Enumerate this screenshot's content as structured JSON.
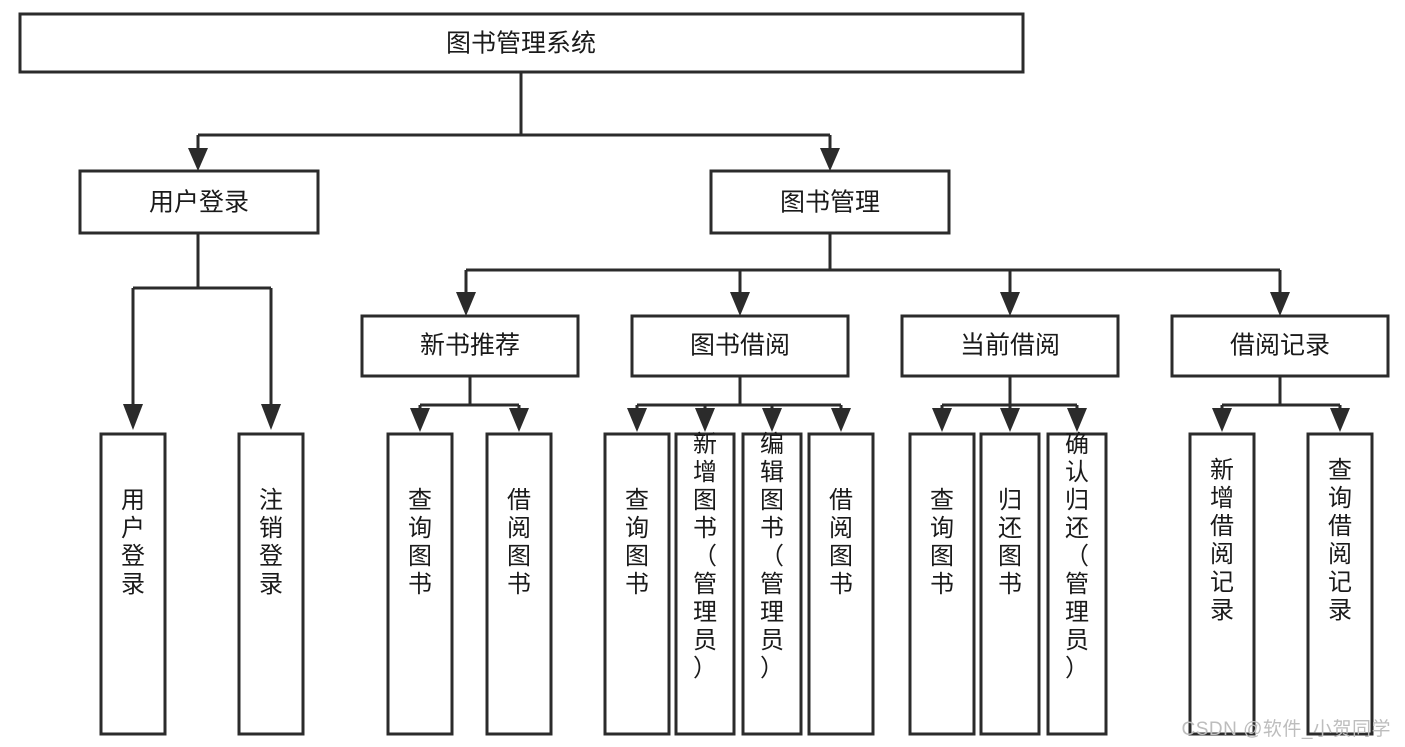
{
  "diagram": {
    "title": "图书管理系统",
    "type": "hierarchy-tree",
    "watermark": "CSDN @软件_小贺同学",
    "colors": {
      "stroke": "#2b2b2b",
      "fill": "#ffffff",
      "text": "#1a1a1a",
      "watermark": "#bdbdbd",
      "background": "#ffffff"
    },
    "root": {
      "id": "root",
      "label": "图书管理系统"
    },
    "level2": [
      {
        "id": "user-login",
        "label": "用户登录"
      },
      {
        "id": "book-manage",
        "label": "图书管理"
      }
    ],
    "level3": [
      {
        "id": "new-book-recommend",
        "label": "新书推荐",
        "parent": "book-manage"
      },
      {
        "id": "book-borrow",
        "label": "图书借阅",
        "parent": "book-manage"
      },
      {
        "id": "current-borrow",
        "label": "当前借阅",
        "parent": "book-manage"
      },
      {
        "id": "borrow-record",
        "label": "借阅记录",
        "parent": "book-manage"
      }
    ],
    "leaves": [
      {
        "id": "leaf-user-login",
        "label": "用户登录",
        "parent": "user-login"
      },
      {
        "id": "leaf-logout",
        "label": "注销登录",
        "parent": "user-login"
      },
      {
        "id": "leaf-query-book-1",
        "label": "查询图书",
        "parent": "new-book-recommend"
      },
      {
        "id": "leaf-borrow-book-1",
        "label": "借阅图书",
        "parent": "new-book-recommend"
      },
      {
        "id": "leaf-query-book-2",
        "label": "查询图书",
        "parent": "book-borrow"
      },
      {
        "id": "leaf-add-book",
        "label": "新增图书（管理员）",
        "parent": "book-borrow"
      },
      {
        "id": "leaf-edit-book",
        "label": "编辑图书（管理员）",
        "parent": "book-borrow"
      },
      {
        "id": "leaf-borrow-book-2",
        "label": "借阅图书",
        "parent": "book-borrow"
      },
      {
        "id": "leaf-query-book-3",
        "label": "查询图书",
        "parent": "current-borrow"
      },
      {
        "id": "leaf-return-book",
        "label": "归还图书",
        "parent": "current-borrow"
      },
      {
        "id": "leaf-confirm-return",
        "label": "确认归还（管理员）",
        "parent": "current-borrow"
      },
      {
        "id": "leaf-add-record",
        "label": "新增借阅记录",
        "parent": "borrow-record"
      },
      {
        "id": "leaf-query-record",
        "label": "查询借阅记录",
        "parent": "borrow-record"
      }
    ]
  }
}
